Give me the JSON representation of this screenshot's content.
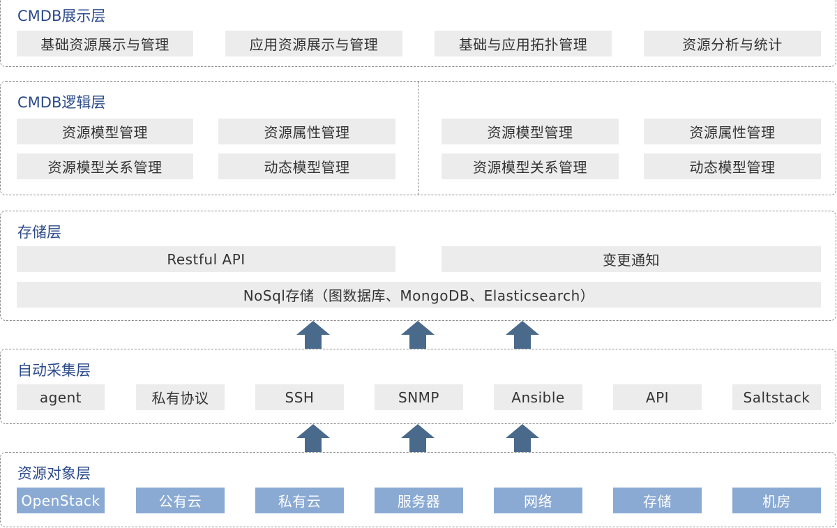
{
  "layers": {
    "display": {
      "title": "CMDB展示层",
      "items": [
        "基础资源展示与管理",
        "应用资源展示与管理",
        "基础与应用拓扑管理",
        "资源分析与统计"
      ]
    },
    "logic": {
      "title": "CMDB逻辑层",
      "left_items": [
        "资源模型管理",
        "资源属性管理",
        "资源模型关系管理",
        "动态模型管理"
      ],
      "right_items": [
        "资源模型管理",
        "资源属性管理",
        "资源模型关系管理",
        "动态模型管理"
      ]
    },
    "storage": {
      "title": "存储层",
      "api": "Restful API",
      "notify": "变更通知",
      "nosql": "NoSql存储（图数据库、MongoDB、Elasticsearch）"
    },
    "collect": {
      "title": "自动采集层",
      "items": [
        "agent",
        "私有协议",
        "SSH",
        "SNMP",
        "Ansible",
        "API",
        "Saltstack"
      ]
    },
    "resource": {
      "title": "资源对象层",
      "items": [
        "OpenStack",
        "公有云",
        "私有云",
        "服务器",
        "网络",
        "存储",
        "机房"
      ]
    }
  },
  "colors": {
    "title": "#2a4a8a",
    "box_gray": "#ececec",
    "box_blue": "#8aaad3",
    "arrow": "#4a6a8c",
    "border": "#8a8a8a"
  }
}
